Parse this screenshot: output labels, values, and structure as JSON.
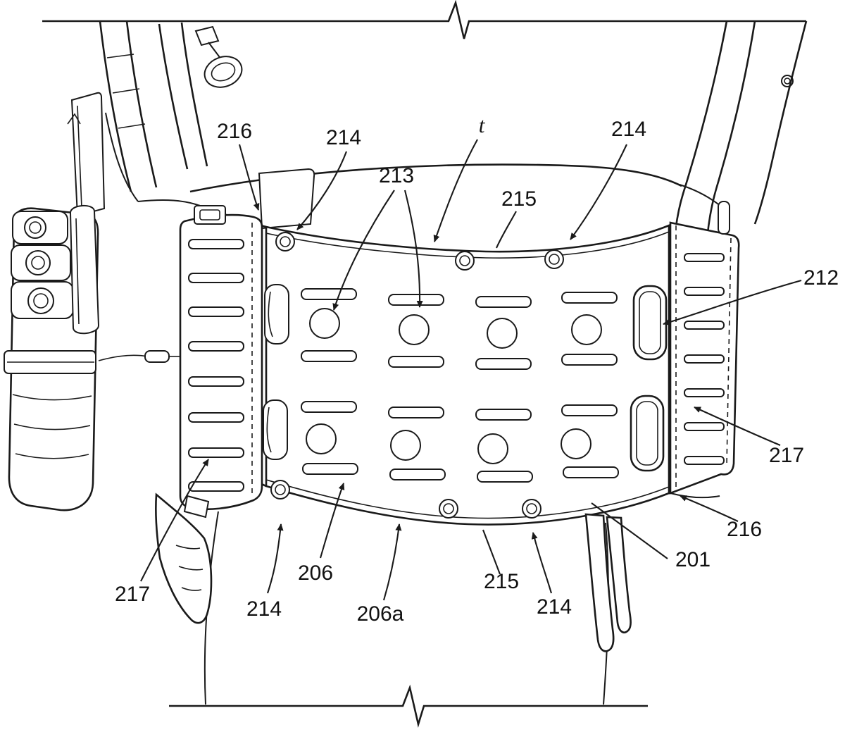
{
  "figure": {
    "kind": "patent-line-drawing",
    "colors": {
      "ink": "#1a1a1a",
      "background": "#ffffff"
    },
    "labels": [
      {
        "id": "ref-216-top-left",
        "text": "216"
      },
      {
        "id": "ref-214-top-left",
        "text": "214"
      },
      {
        "id": "ref-213",
        "text": "213"
      },
      {
        "id": "ref-t",
        "text": "t"
      },
      {
        "id": "ref-215-top",
        "text": "215"
      },
      {
        "id": "ref-214-top-right",
        "text": "214"
      },
      {
        "id": "ref-212",
        "text": "212"
      },
      {
        "id": "ref-217-right",
        "text": "217"
      },
      {
        "id": "ref-216-bottom-right",
        "text": "216"
      },
      {
        "id": "ref-201",
        "text": "201"
      },
      {
        "id": "ref-215-bottom",
        "text": "215"
      },
      {
        "id": "ref-214-bottom-right",
        "text": "214"
      },
      {
        "id": "ref-206a",
        "text": "206a"
      },
      {
        "id": "ref-206",
        "text": "206"
      },
      {
        "id": "ref-214-bottom-left",
        "text": "214"
      },
      {
        "id": "ref-217-bottom-left",
        "text": "217"
      }
    ]
  }
}
